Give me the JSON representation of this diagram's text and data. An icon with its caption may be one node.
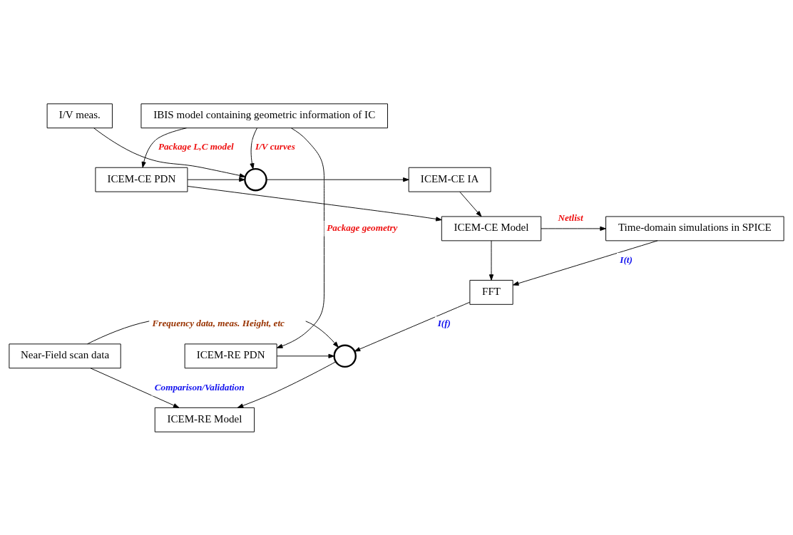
{
  "diagram": {
    "nodes": [
      {
        "text": [
          "IBIS model containing geometric information of IC"
        ]
      },
      {
        "text": [
          "I/V meas."
        ]
      },
      {
        "text": [
          "ICEM-CE PDN"
        ]
      },
      {
        "text": [],
        "shape": "circle"
      },
      {
        "text": [
          "ICEM-CE IA"
        ]
      },
      {
        "text": [
          "ICEM-CE Model"
        ]
      },
      {
        "text": [
          "Time-domain simulations in SPICE"
        ]
      },
      {
        "text": [
          "FFT"
        ]
      },
      {
        "text": [
          "ICEM-RE PDN"
        ]
      },
      {
        "text": [],
        "shape": "circle"
      },
      {
        "text": [
          "Near-Field scan data"
        ]
      },
      {
        "text": [
          "ICEM-RE Model"
        ]
      }
    ],
    "edges": [
      {
        "from": 0,
        "to": 3,
        "arrow": "to",
        "label": "I/V curves"
      },
      {
        "from": 1,
        "to": 3,
        "arrow": "to"
      },
      {
        "from": 0,
        "to": 2,
        "arrow": "to",
        "label": "Package L,C model"
      },
      {
        "from": 2,
        "to": 3,
        "arrow": "to"
      },
      {
        "from": 3,
        "to": 4,
        "arrow": "to"
      },
      {
        "from": 2,
        "to": 5,
        "arrow": "to"
      },
      {
        "from": 4,
        "to": 5,
        "arrow": "to"
      },
      {
        "from": 5,
        "to": 6,
        "arrow": "to",
        "label": "Netlist"
      },
      {
        "from": 5,
        "to": 7,
        "arrow": "to"
      },
      {
        "from": 6,
        "to": 7,
        "arrow": "to",
        "label": "I(t)"
      },
      {
        "from": 7,
        "to": 9,
        "arrow": "to",
        "label": "I(f)"
      },
      {
        "from": 0,
        "to": 8,
        "arrow": "to",
        "label": "Package geometry"
      },
      {
        "from": 8,
        "to": 9,
        "arrow": "to"
      },
      {
        "from": 10,
        "to": 9,
        "arrow": "to",
        "label": "Frequency data, meas. Height, etc"
      },
      {
        "from": 9,
        "to": 11,
        "arrow": "to"
      },
      {
        "from": 10,
        "to": 11,
        "arrow": "to",
        "label": "Comparison/Validation"
      }
    ]
  }
}
